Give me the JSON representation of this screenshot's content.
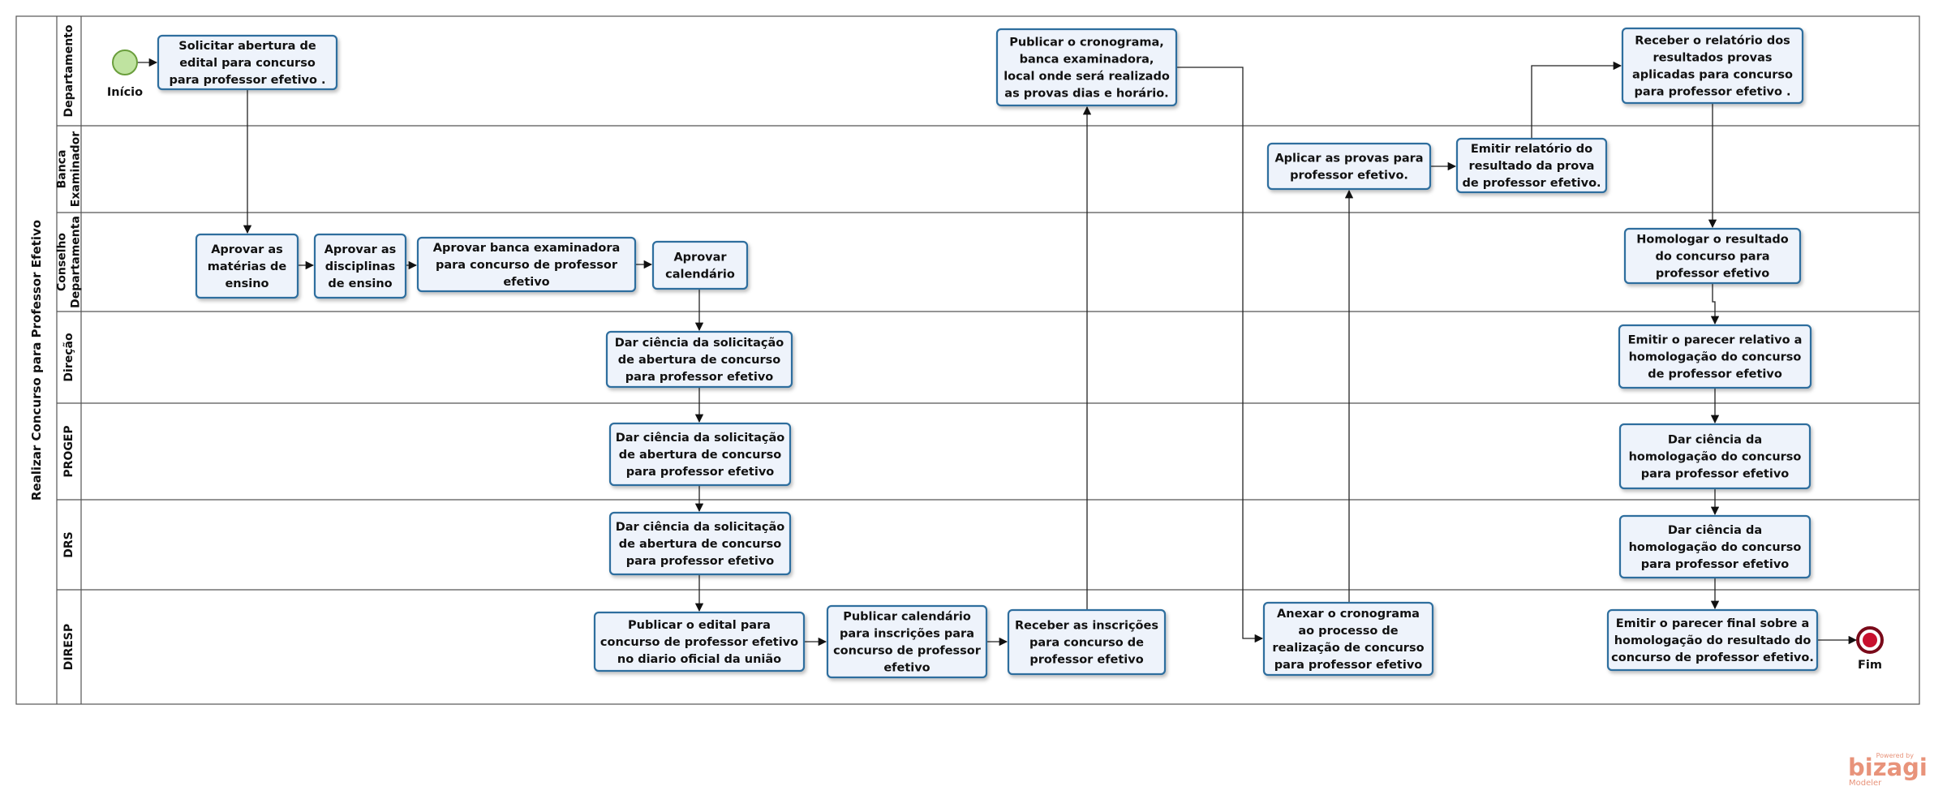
{
  "pool": {
    "title": "Realizar Concurso para Professor Efetivo"
  },
  "lanes": [
    {
      "id": "dep",
      "label": [
        "Departamento"
      ]
    },
    {
      "id": "banca",
      "label": [
        "Banca",
        "Examinador"
      ]
    },
    {
      "id": "conselho",
      "label": [
        "Conselho",
        "Departamenta"
      ]
    },
    {
      "id": "direcao",
      "label": [
        "Direção"
      ]
    },
    {
      "id": "progep",
      "label": [
        "PROGEP"
      ]
    },
    {
      "id": "drs",
      "label": [
        "DRS"
      ]
    },
    {
      "id": "diresp",
      "label": [
        "DIRESP"
      ]
    }
  ],
  "events": {
    "start": {
      "label": "Início",
      "color": "#bfe3a0",
      "stroke": "#6a9e3c"
    },
    "end": {
      "label": "Fim",
      "color": "#c8102e",
      "stroke": "#7a0a1a"
    }
  },
  "tasks": [
    {
      "id": "t1",
      "lines": [
        "Solicitar abertura de",
        "edital para concurso",
        "para professor efetivo ."
      ]
    },
    {
      "id": "t2",
      "lines": [
        "Aprovar as",
        "matérias de",
        "ensino"
      ]
    },
    {
      "id": "t3",
      "lines": [
        "Aprovar as",
        "disciplinas",
        "de ensino"
      ]
    },
    {
      "id": "t4",
      "lines": [
        "Aprovar banca examinadora",
        "para concurso de professor",
        "efetivo"
      ]
    },
    {
      "id": "t5",
      "lines": [
        "Aprovar",
        "calendário"
      ]
    },
    {
      "id": "t6",
      "lines": [
        "Dar ciência da solicitação",
        "de abertura de concurso",
        "para professor efetivo"
      ]
    },
    {
      "id": "t7",
      "lines": [
        "Dar ciência da solicitação",
        "de abertura de concurso",
        "para professor efetivo"
      ]
    },
    {
      "id": "t8",
      "lines": [
        "Dar ciência da solicitação",
        "de abertura de concurso",
        "para professor efetivo"
      ]
    },
    {
      "id": "t9",
      "lines": [
        "Publicar o edital  para",
        "concurso de professor efetivo",
        "no diario oficial da união"
      ]
    },
    {
      "id": "t10",
      "lines": [
        "Publicar calendário",
        "para inscrições para",
        "concurso de professor",
        "efetivo"
      ]
    },
    {
      "id": "t11",
      "lines": [
        "Receber  as inscrições",
        "para concurso de",
        "professor efetivo"
      ]
    },
    {
      "id": "t12",
      "lines": [
        "Publicar o cronograma,",
        "banca examinadora,",
        "local onde será realizado",
        "as provas dias e horário."
      ]
    },
    {
      "id": "t13",
      "lines": [
        "Anexar o cronograma",
        "ao processo  de",
        "realização de concurso",
        "para professor efetivo"
      ]
    },
    {
      "id": "t14",
      "lines": [
        "Aplicar as provas  para",
        "professor efetivo."
      ]
    },
    {
      "id": "t15",
      "lines": [
        "Emitir relatório  do",
        "resultado da prova",
        "de professor efetivo."
      ]
    },
    {
      "id": "t16",
      "lines": [
        "Receber o relatório dos",
        "resultados provas",
        "aplicadas para concurso",
        "para professor efetivo ."
      ]
    },
    {
      "id": "t17",
      "lines": [
        "Homologar o resultado",
        "do concurso para",
        "professor efetivo"
      ]
    },
    {
      "id": "t18",
      "lines": [
        "Emitir o parecer  relativo a",
        "homologação do concurso",
        "de professor efetivo"
      ]
    },
    {
      "id": "t19",
      "lines": [
        "Dar ciência da",
        "homologação  do concurso",
        "para professor efetivo"
      ]
    },
    {
      "id": "t20",
      "lines": [
        "Dar ciência da",
        "homologação  do concurso",
        "para professor efetivo"
      ]
    },
    {
      "id": "t21",
      "lines": [
        "Emitir o parecer final sobre a",
        "homologação do resultado do",
        "concurso de professor efetivo."
      ]
    }
  ],
  "brand": {
    "powered": "Powered by",
    "name": "bizagi",
    "product": "Modeler",
    "color": "#e8937a"
  }
}
